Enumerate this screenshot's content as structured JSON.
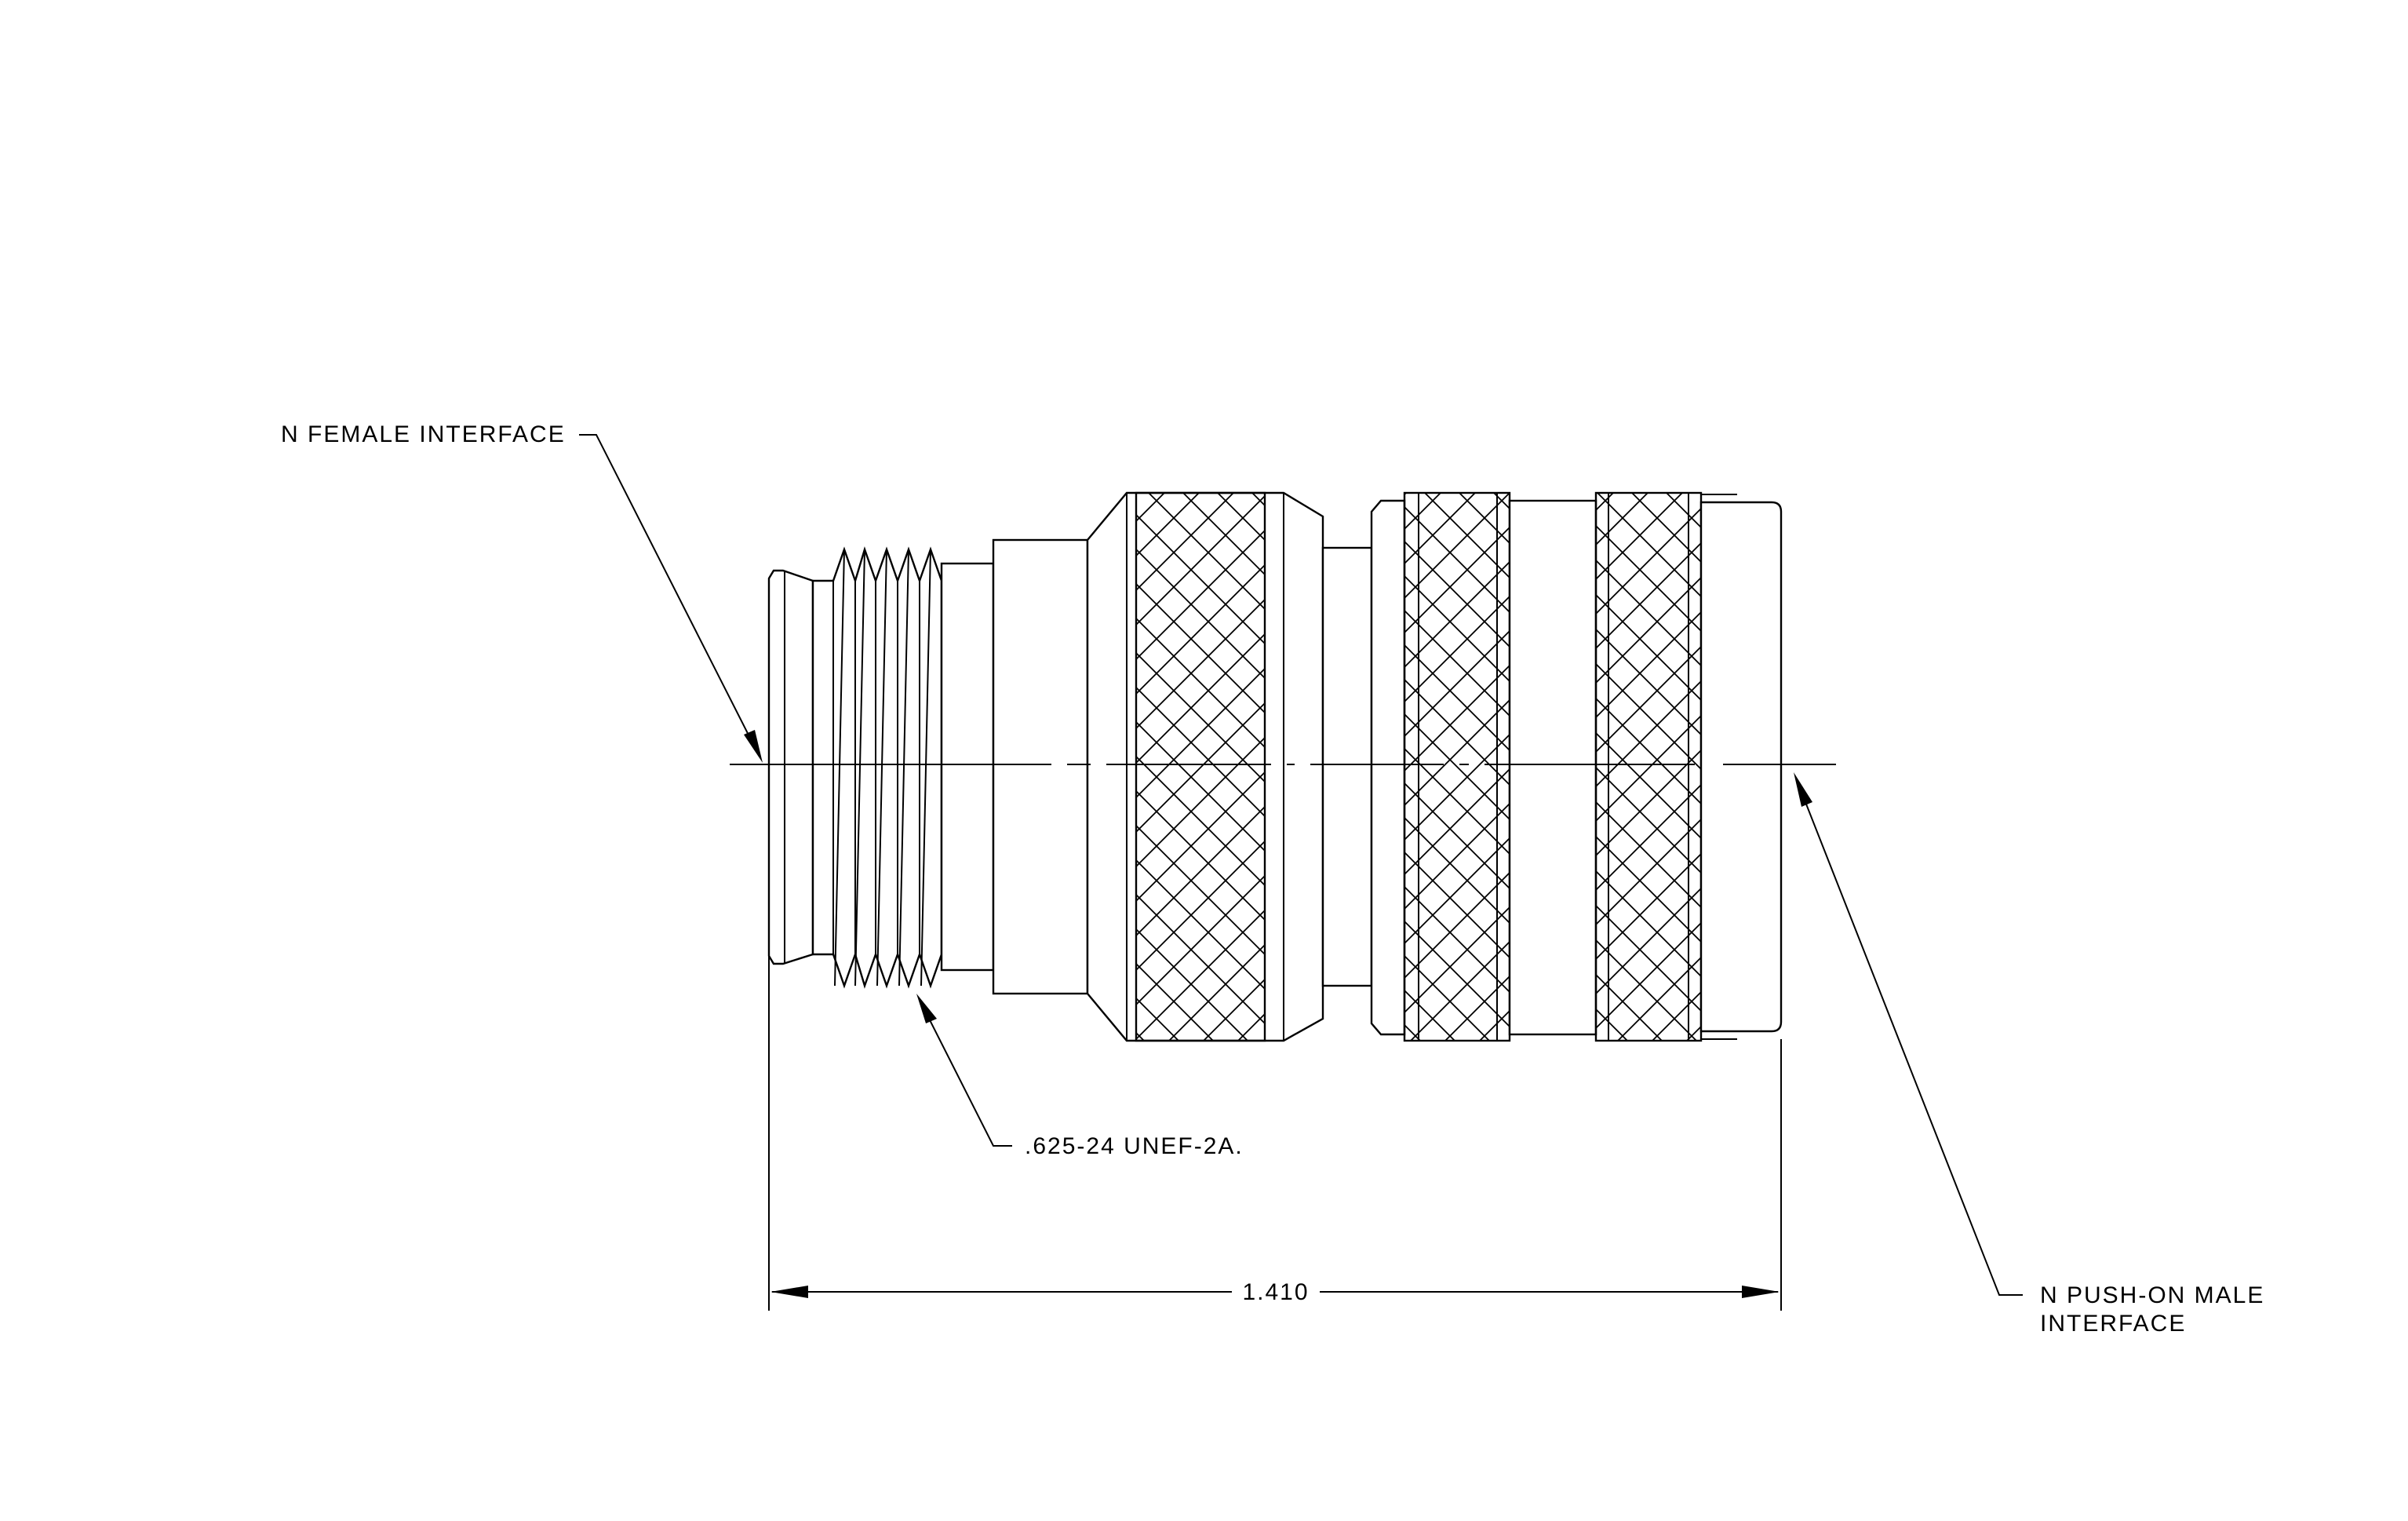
{
  "callouts": {
    "female_interface": "N FEMALE INTERFACE",
    "thread_spec": ".625-24 UNEF-2A.",
    "male_interface_line1": "N PUSH-ON MALE",
    "male_interface_line2": "INTERFACE"
  },
  "dimensions": {
    "overall_length": "1.410"
  },
  "colors": {
    "line": "#000000",
    "background": "#ffffff"
  }
}
